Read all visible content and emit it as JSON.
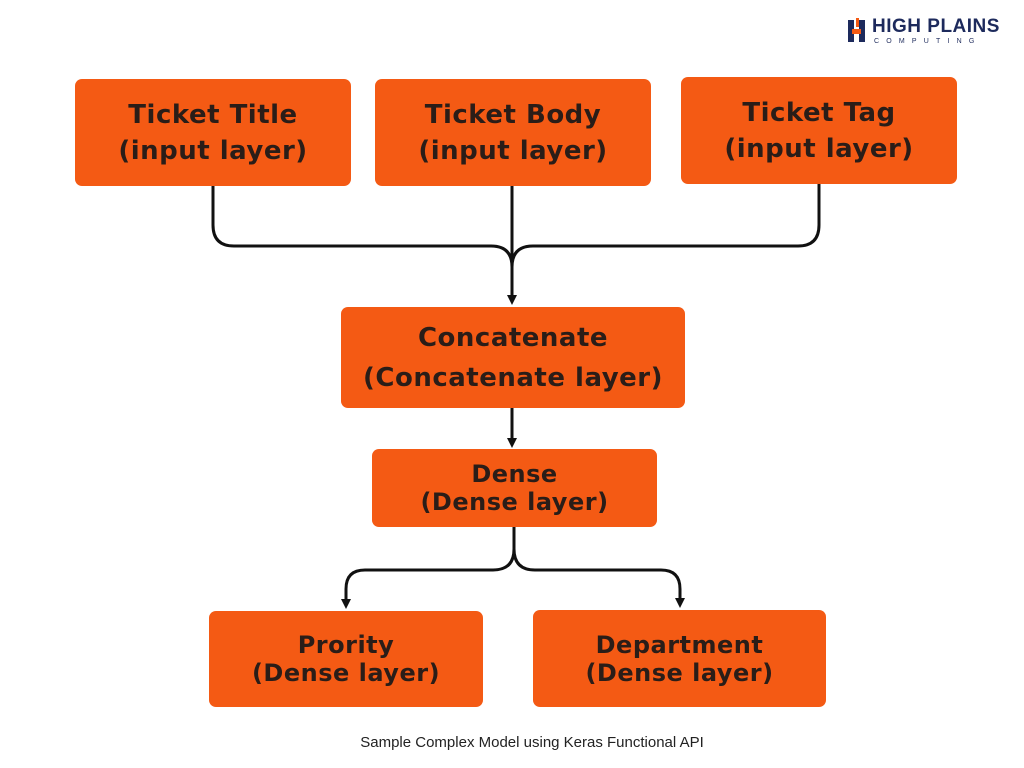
{
  "logo": {
    "name": "HIGH PLAINS",
    "sub": "COMPUTING"
  },
  "nodes": {
    "ticket_title": {
      "line1": "Ticket Title",
      "line2": "(input layer)"
    },
    "ticket_body": {
      "line1": "Ticket Body",
      "line2": "(input layer)"
    },
    "ticket_tag": {
      "line1": "Ticket Tag",
      "line2": "(input layer)"
    },
    "concatenate": {
      "line1": "Concatenate",
      "line2": "(Concatenate layer)"
    },
    "dense": {
      "line1": "Dense",
      "line2": "(Dense layer)"
    },
    "priority": {
      "line1": "Prority",
      "line2": "(Dense layer)"
    },
    "department": {
      "line1": "Department",
      "line2": "(Dense layer)"
    }
  },
  "edges": [
    {
      "from": "ticket_title",
      "to": "concatenate"
    },
    {
      "from": "ticket_body",
      "to": "concatenate"
    },
    {
      "from": "ticket_tag",
      "to": "concatenate"
    },
    {
      "from": "concatenate",
      "to": "dense"
    },
    {
      "from": "dense",
      "to": "priority"
    },
    {
      "from": "dense",
      "to": "department"
    }
  ],
  "colors": {
    "node_fill": "#f45a14",
    "node_text": "#2a1d18",
    "edge": "#111111",
    "logo": "#1d2a5c"
  },
  "caption": "Sample Complex Model using Keras Functional API"
}
